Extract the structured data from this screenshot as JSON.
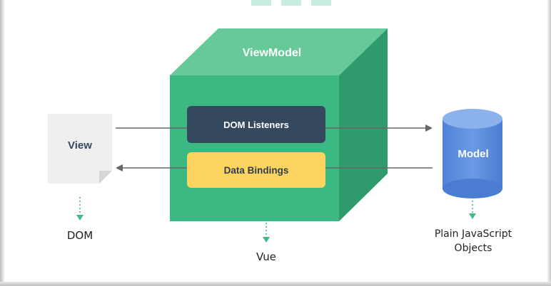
{
  "diagram": {
    "viewmodel_label": "ViewModel",
    "dom_listeners_label": "DOM Listeners",
    "data_bindings_label": "Data Bindings",
    "view_label": "View",
    "model_label": "Model",
    "dom_caption": "DOM",
    "vue_caption": "Vue",
    "model_caption_line1": "Plain JavaScript",
    "model_caption_line2": "Objects"
  },
  "colors": {
    "cube_front": "#3cb883",
    "cube_top": "#67c89a",
    "cube_side": "#2f9a6c",
    "listeners_box": "#34495e",
    "bindings_box": "#fdd460",
    "model_cylinder": "#5b8fe0",
    "model_cylinder_top": "#8cb2ee",
    "view_doc": "#efefef",
    "arrow": "#666666",
    "dotted_arrow": "#42b983"
  }
}
